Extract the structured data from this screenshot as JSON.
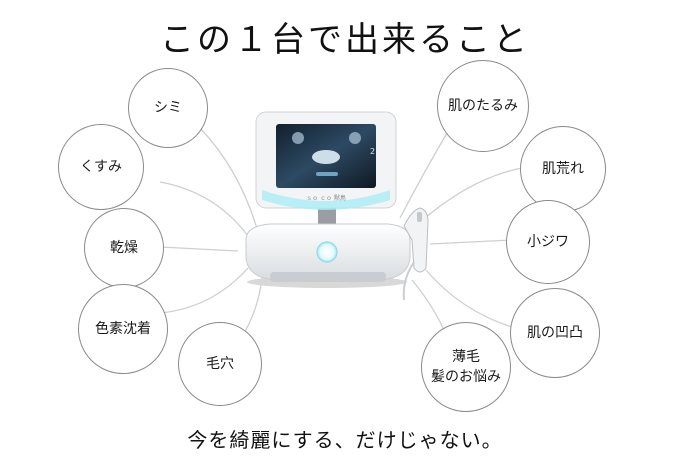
{
  "title": "この１台で出来ること",
  "subtitle": "今を綺麗にする、だけじゃない。",
  "device": {
    "screen_label": "2",
    "brand_text": "ｓｏ ｃｏ 黙鳥"
  },
  "left_concerns": [
    {
      "label": "シミ"
    },
    {
      "label": "くすみ"
    },
    {
      "label": "乾燥"
    },
    {
      "label": "色素沈着"
    },
    {
      "label": "毛穴"
    }
  ],
  "right_concerns": [
    {
      "label": "肌のたるみ"
    },
    {
      "label": "肌荒れ"
    },
    {
      "label": "小ジワ"
    },
    {
      "label": "肌の凹凸"
    },
    {
      "label": "薄毛",
      "label2": "髪のお悩み"
    }
  ],
  "colors": {
    "line": "#cfcfcf",
    "bubble_border": "#8a8a8a",
    "screen_dark": "#1f3448",
    "accent_glow": "#7fe0f0"
  }
}
